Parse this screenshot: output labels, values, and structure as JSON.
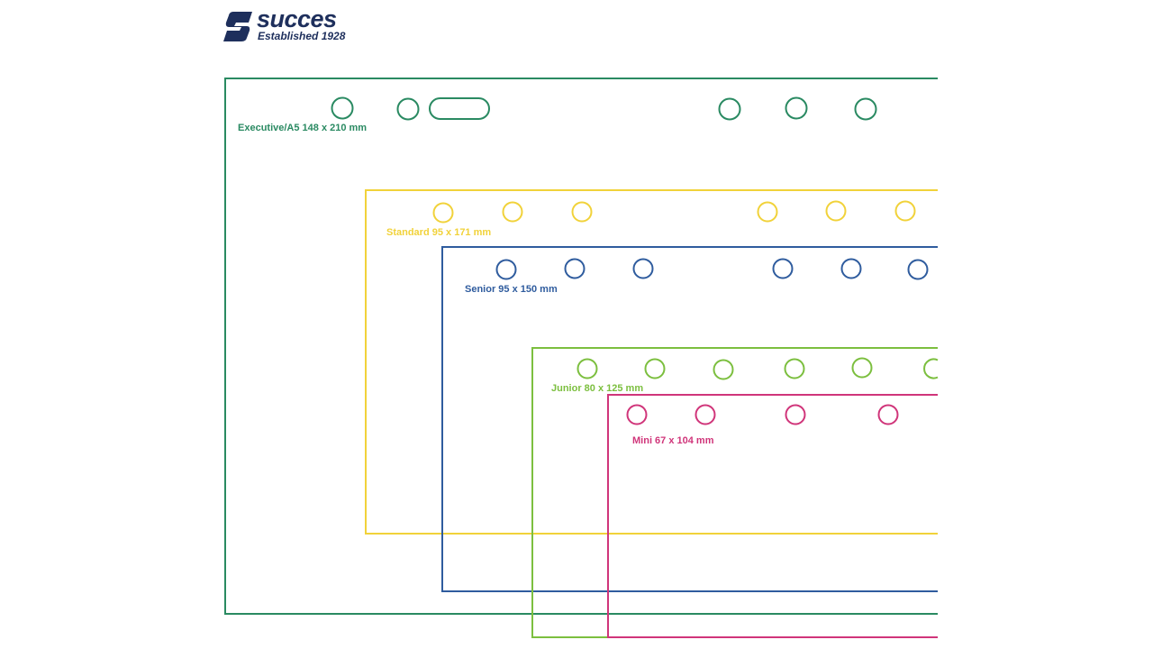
{
  "brand": {
    "name": "succes",
    "tagline": "Established 1928",
    "color": "#1e2f5c"
  },
  "formats": [
    {
      "id": "executive",
      "label": "Executive/A5 148 x 210 mm",
      "color": "#2a8a62"
    },
    {
      "id": "standard",
      "label": "Standard 95 x 171 mm",
      "color": "#f1d23a"
    },
    {
      "id": "senior",
      "label": "Senior 95 x 150 mm",
      "color": "#2f5c9e"
    },
    {
      "id": "junior",
      "label": "Junior 80 x 125 mm",
      "color": "#7cbf3f"
    },
    {
      "id": "mini",
      "label": "Mini 67 x 104 mm",
      "color": "#d0357a"
    }
  ]
}
